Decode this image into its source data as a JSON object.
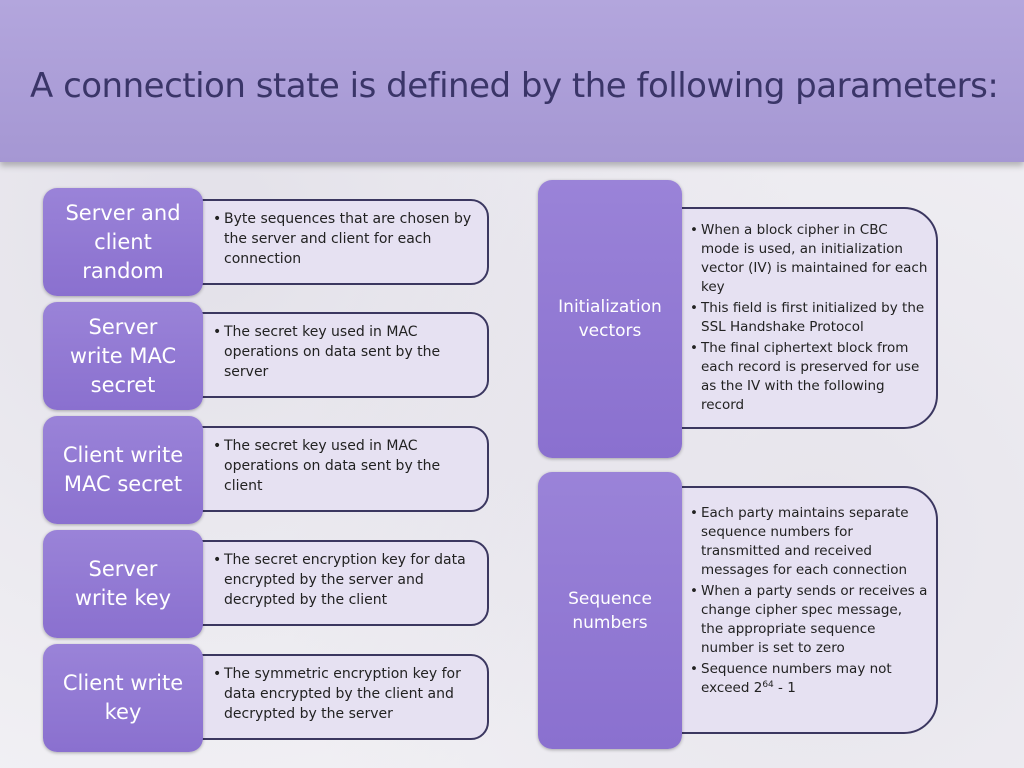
{
  "slide": {
    "title": "A connection state is defined by the following parameters:"
  },
  "left_items": [
    {
      "label_lines": [
        "Server and",
        "client",
        "random"
      ],
      "bullets": [
        "Byte sequences that are chosen by the server and client for each connection"
      ]
    },
    {
      "label_lines": [
        "Server",
        "write MAC",
        "secret"
      ],
      "bullets": [
        "The secret key used in MAC operations on data sent by the server"
      ]
    },
    {
      "label_lines": [
        "Client write",
        "MAC secret"
      ],
      "bullets": [
        "The secret key used in MAC operations on data sent by the client"
      ]
    },
    {
      "label_lines": [
        "Server",
        "write key"
      ],
      "bullets": [
        "The secret encryption key for data encrypted by the server and decrypted by the client"
      ]
    },
    {
      "label_lines": [
        "Client write",
        "key"
      ],
      "bullets": [
        "The symmetric encryption key for data encrypted by the client and decrypted by the server"
      ]
    }
  ],
  "right_items": [
    {
      "label_lines": [
        "Initialization",
        "vectors"
      ],
      "bullets": [
        "When a block cipher in CBC mode is used, an initialization vector (IV) is maintained for each key",
        "This field is first initialized by the SSL Handshake Protocol",
        "The final ciphertext block from each record is preserved for use as the IV with the following record"
      ]
    },
    {
      "label_lines": [
        "Sequence",
        "numbers"
      ],
      "bullets": [
        "Each party maintains separate sequence numbers for transmitted and received messages for each connection",
        "When a party sends or receives a change cipher spec message, the appropriate sequence number is set to zero"
      ],
      "last_bullet": {
        "prefix": "Sequence numbers may not exceed 2",
        "exponent": "64",
        "suffix": " - 1"
      }
    }
  ]
}
